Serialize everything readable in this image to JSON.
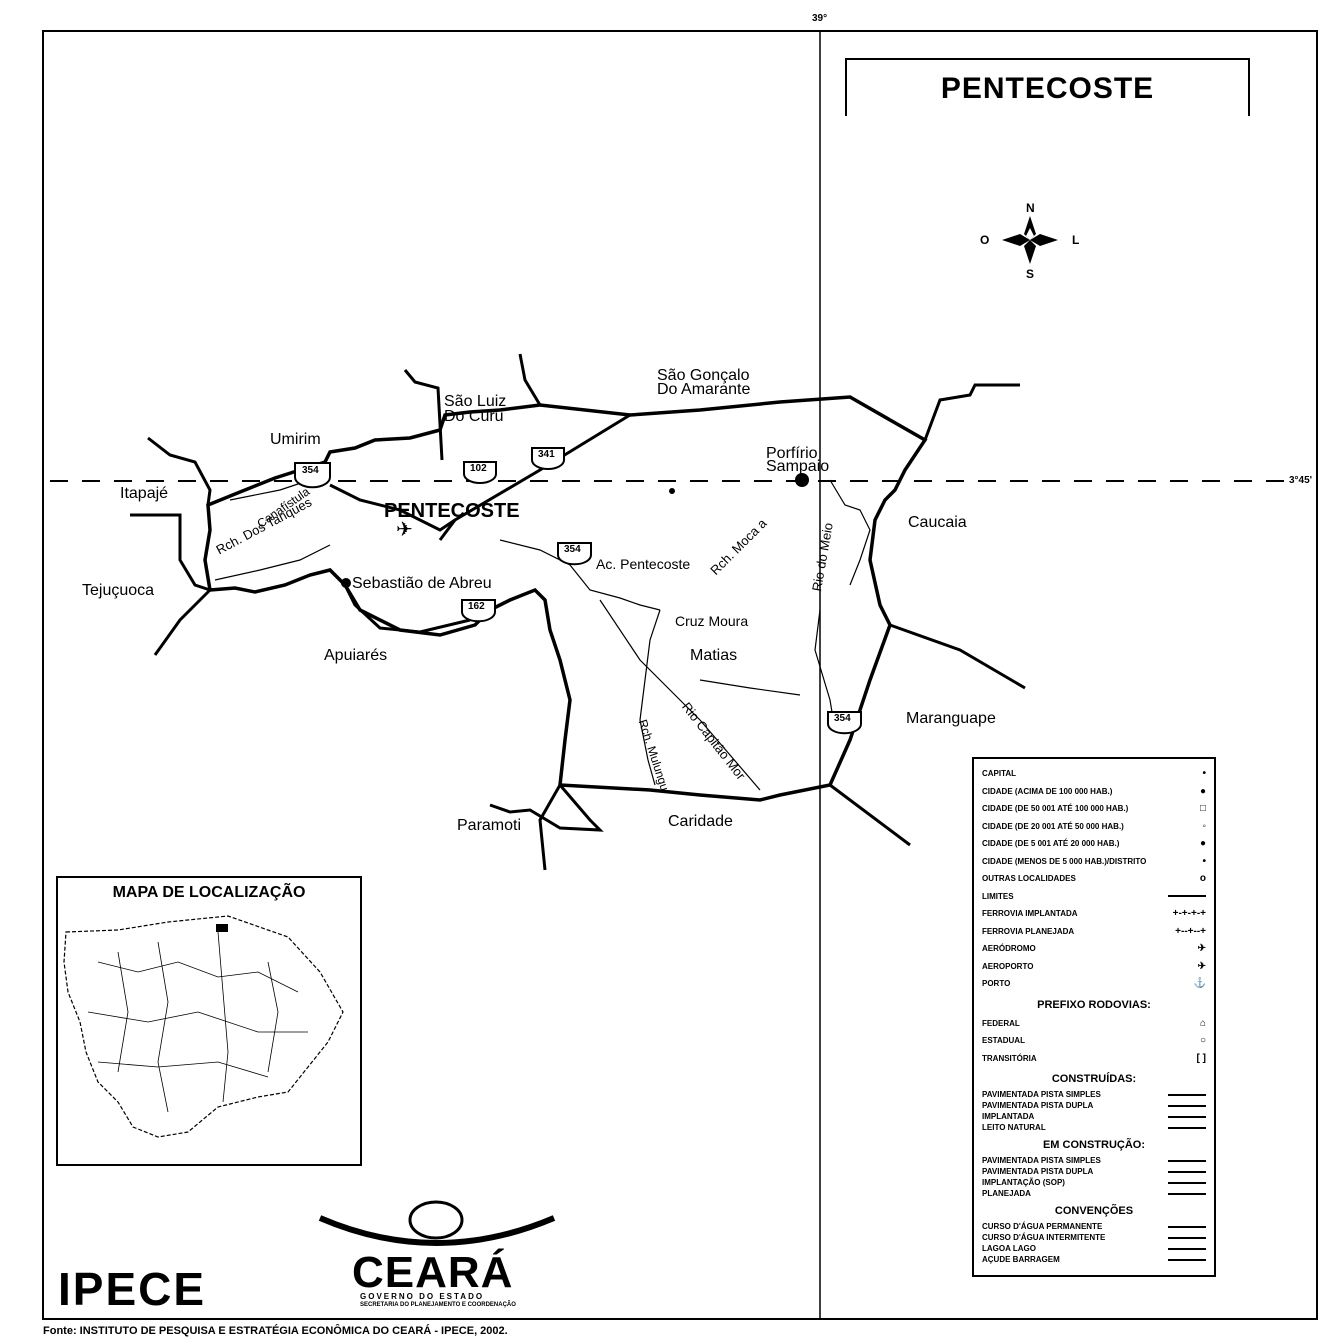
{
  "coords": {
    "top_lon": "39°",
    "right_lat": "3°45'"
  },
  "title": "PENTECOSTE",
  "compass": {
    "n": "N",
    "s": "S",
    "o": "O",
    "l": "L"
  },
  "places": {
    "sao_goncalo_1": "São Gonçalo",
    "sao_goncalo_2": "Do Amarante",
    "sao_luiz_1": "São Luiz",
    "sao_luiz_2": "Do Curu",
    "umirim": "Umirim",
    "porfirio_1": "Porfírio",
    "porfirio_2": "Sampaio",
    "itapaje": "Itapajé",
    "caucaia": "Caucaia",
    "tejucuoca": "Tejuçuoca",
    "pentecoste_city": "PENTECOSTE",
    "sebastiao": "Sebastião de Abreu",
    "ac_pentecoste": "Ac. Pentecoste",
    "apuiares": "Apuiarés",
    "cruz_moura": "Cruz Moura",
    "matias": "Matias",
    "maranguape": "Maranguape",
    "paramoti": "Paramoti",
    "caridade": "Caridade",
    "rch_tanques": "Rch. Dos Tanques",
    "rch_moca": "Rch. Moca a",
    "rio_meio": "Rio do Meio",
    "rio_capitao": "Rio Capitão Mor",
    "rch_mulungu": "Rch. Mulungu",
    "canafistula": "Canafístula"
  },
  "roads": {
    "r354a": "354",
    "r102a": "102",
    "r341": "341",
    "r354b": "354",
    "r102b": "162",
    "r354c": "354"
  },
  "inset": {
    "title": "MAPA DE LOCALIZAÇÃO"
  },
  "legend": {
    "settlements": [
      {
        "label": "CAPITAL",
        "symbol": "•"
      },
      {
        "label": "CIDADE (ACIMA DE 100 000 HAB.)",
        "symbol": "●"
      },
      {
        "label": "CIDADE (DE 50 001 ATÉ 100 000 HAB.)",
        "symbol": "□"
      },
      {
        "label": "CIDADE (DE 20 001 ATÉ 50 000 HAB.)",
        "symbol": "◦"
      },
      {
        "label": "CIDADE (DE 5 001 ATÉ 20 000 HAB.)",
        "symbol": "●"
      },
      {
        "label": "CIDADE (MENOS DE 5 000 HAB.)/DISTRITO",
        "symbol": "•"
      },
      {
        "label": "OUTRAS LOCALIDADES",
        "symbol": "o"
      },
      {
        "label": "LIMITES",
        "symbol": ""
      },
      {
        "label": "FERROVIA IMPLANTADA",
        "symbol": "+-+-+-+"
      },
      {
        "label": "FERROVIA PLANEJADA",
        "symbol": "+--+--+"
      },
      {
        "label": "AERÓDROMO",
        "symbol": "✈"
      },
      {
        "label": "AEROPORTO",
        "symbol": "✈"
      },
      {
        "label": "PORTO",
        "symbol": "⚓"
      }
    ],
    "prefix_title": "PREFIXO RODOVIAS:",
    "prefixes": [
      {
        "label": "FEDERAL",
        "symbol": "⌂"
      },
      {
        "label": "ESTADUAL",
        "symbol": "○"
      },
      {
        "label": "TRANSITÓRIA",
        "symbol": "[ ]"
      }
    ],
    "built_title": "CONSTRUÍDAS:",
    "built": [
      {
        "label": "PAVIMENTADA PISTA SIMPLES"
      },
      {
        "label": "PAVIMENTADA PISTA DUPLA"
      },
      {
        "label": "IMPLANTADA"
      },
      {
        "label": "LEITO NATURAL"
      }
    ],
    "construction_title": "EM CONSTRUÇÃO:",
    "construction": [
      {
        "label": "PAVIMENTADA PISTA SIMPLES"
      },
      {
        "label": "PAVIMENTADA PISTA DUPLA"
      },
      {
        "label": "IMPLANTAÇÃO (SOP)"
      },
      {
        "label": "PLANEJADA"
      }
    ],
    "conventions_title": "CONVENÇÕES",
    "conventions": [
      {
        "label": "CURSO D'ÁGUA PERMANENTE"
      },
      {
        "label": "CURSO D'ÁGUA INTERMITENTE"
      },
      {
        "label": "LAGOA LAGO"
      },
      {
        "label": "AÇUDE BARRAGEM"
      }
    ]
  },
  "logos": {
    "ipece": "IPECE",
    "ceara": "CEARÁ",
    "ceara_gov": "GOVERNO DO ESTADO",
    "ceara_sec": "SECRETARIA DO PLANEJAMENTO E COORDENAÇÃO"
  },
  "source": "Fonte: INSTITUTO DE PESQUISA E ESTRATÉGIA ECONÔMICA DO CEARÁ - IPECE, 2002."
}
